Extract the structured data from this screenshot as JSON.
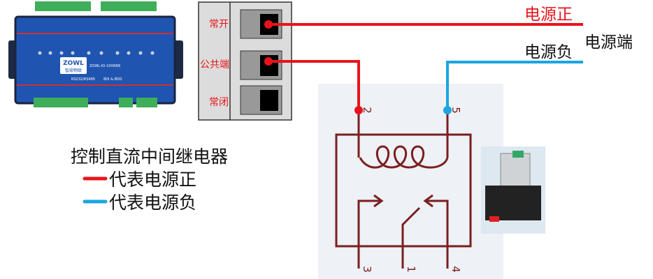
{
  "controller": {
    "brand": "ZOWL",
    "brand_cn": "智嵌物联",
    "model": "ZOWL-IO-10XRR8",
    "interface": "RS232/RS485",
    "io": "8DI & 8DO"
  },
  "terminal_block": {
    "labels": [
      "常开",
      "公共端",
      "常闭"
    ]
  },
  "power": {
    "positive": "电源正",
    "negative": "电源负",
    "terminal": "电源端"
  },
  "legend": {
    "title": "控制直流中间继电器",
    "items": [
      {
        "label": "代表电源正",
        "color": "#e8141b"
      },
      {
        "label": "代表电源负",
        "color": "#1ba6e0"
      }
    ]
  },
  "relay": {
    "pins": {
      "coil_a": "2",
      "coil_b": "5",
      "nc": "3",
      "com": "1",
      "no": "4"
    }
  },
  "colors": {
    "positive": "#e8141b",
    "negative": "#1ba6e0",
    "schematic": "#7a1f1f",
    "panel": "#eef1f6"
  }
}
